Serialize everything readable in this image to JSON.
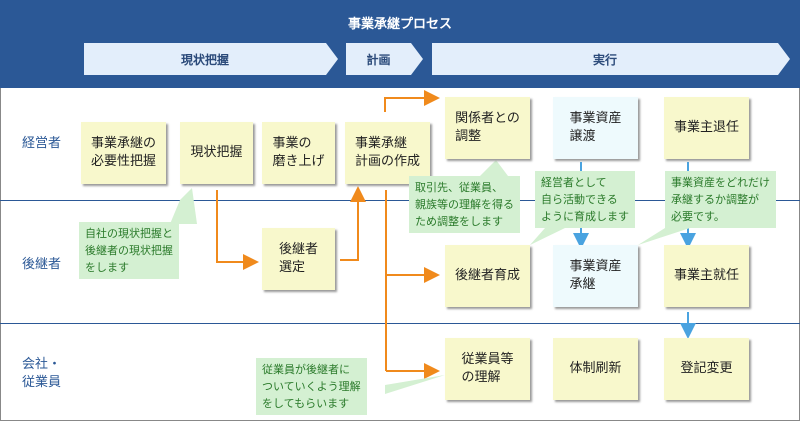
{
  "title": "事業承継プロセス",
  "phases": [
    {
      "label": "現状把握"
    },
    {
      "label": "計画"
    },
    {
      "label": "実行"
    }
  ],
  "lanes": [
    {
      "label": "経営者"
    },
    {
      "label": "後継者"
    },
    {
      "label": "会社・\n従業員"
    }
  ],
  "boxes": {
    "need": "事業承継の\n必要性把握",
    "status": "現状把握",
    "polish": "事業の\n磨き上げ",
    "plan": "事業承継\n計画の作成",
    "coord": "関係者との\n調整",
    "transfer": "事業資産\n譲渡",
    "retire": "事業主退任",
    "select": "後継者\n選定",
    "train": "後継者育成",
    "inherit": "事業資産\n承継",
    "assume": "事業主就任",
    "understand": "従業員等\nの理解",
    "renew": "体制刷新",
    "register": "登記変更"
  },
  "notes": {
    "status_note": "自社の現状把握と\n後継者の現状把握\nをします",
    "coord_note": "取引先、従業員、\n親族等の理解を得る\nため調整をします",
    "train_note": "経営者として\n自ら活動できる\nように育成します",
    "asset_note": "事業資産をどれだけ\n承継するか調整が\n必要です。",
    "employee_note": "従業員が後継者に\nついていくよう理解\nをしてもらいます"
  },
  "colors": {
    "header": "#2b5896",
    "phase_bg": "#e3eefb",
    "box_yellow": "#f8f8cc",
    "box_blue": "#eefafd",
    "note_bg": "#d4f0d2",
    "note_text": "#2a7a2a",
    "arrow_orange": "#f08a1c",
    "arrow_blue": "#4aa3e0"
  }
}
